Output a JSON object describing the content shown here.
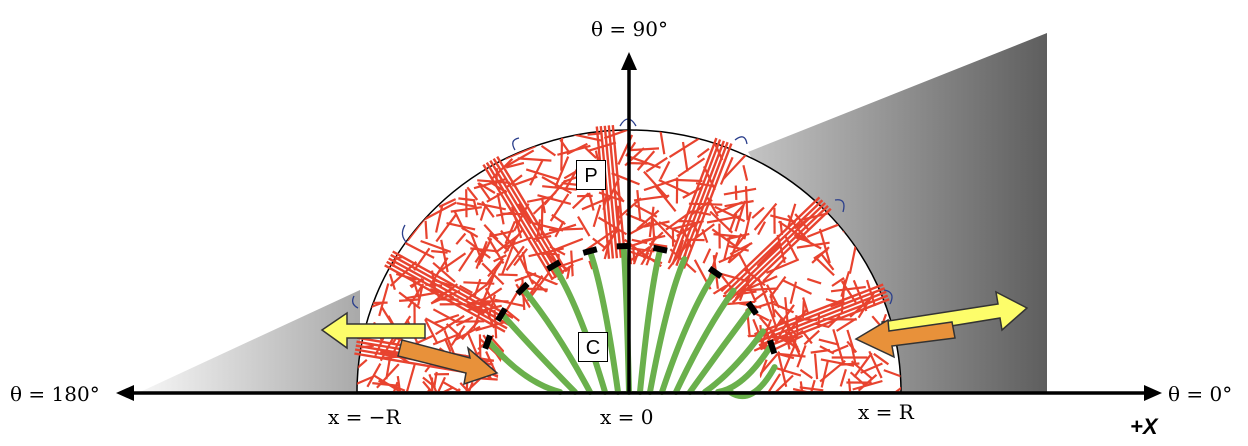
{
  "labels": {
    "theta_90": "θ = 90°",
    "theta_180": "θ = 180°",
    "theta_0": "θ = 0°",
    "x_neg_r": "x = −R",
    "x_zero": "x = 0",
    "x_r": "x = R",
    "plus_x": "+X",
    "region_p": "P",
    "region_c": "C"
  },
  "colors": {
    "fiber_red": "#e8432f",
    "green_strand": "#6ab04c",
    "arrow_yellow": "#fdfd6a",
    "arrow_orange": "#e8913a",
    "wedge_light": "#f4f4f4",
    "wedge_dark": "#606060",
    "outline_blue": "#2b3f8c"
  }
}
